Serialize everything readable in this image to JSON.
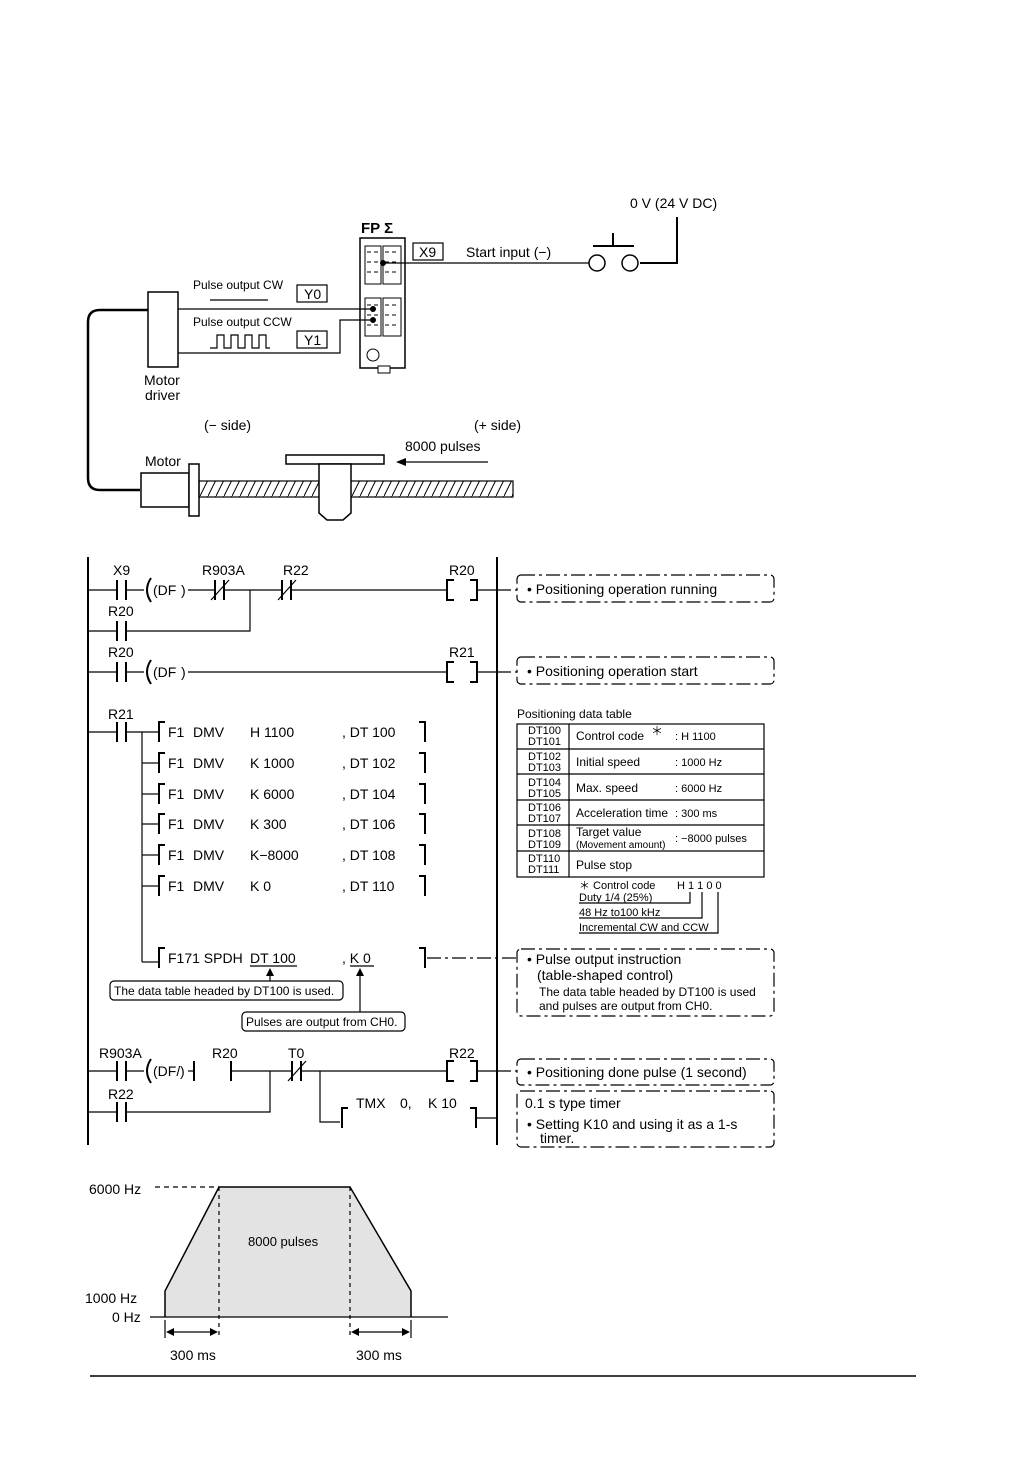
{
  "wiring": {
    "plc_label": "FP Σ",
    "supply_label": "0 V (24 V DC)",
    "x9": "X9",
    "start_input": "Start input (−)",
    "pulse_cw": "Pulse output CW",
    "y0": "Y0",
    "pulse_ccw": "Pulse output CCW",
    "y1": "Y1",
    "motor_driver_1": "Motor",
    "motor_driver_2": "driver",
    "minus_side": "(− side)",
    "plus_side": "(+ side)",
    "pulses": "8000 pulses",
    "motor": "Motor"
  },
  "ladder": {
    "rung1": {
      "x9": "X9",
      "df": "(DF",
      "df_close": ")",
      "r903a": "R903A",
      "r22": "R22",
      "r20_coil": "R20",
      "r20_branch": "R20",
      "comment": "• Positioning operation running"
    },
    "rung2": {
      "r20": "R20",
      "df": "(DF",
      "df_close": ")",
      "r21_coil": "R21",
      "comment": "• Positioning operation start"
    },
    "rung3": {
      "r21": "R21",
      "rows": [
        {
          "fn": "F1",
          "op": "DMV",
          "src": "H 1100",
          "dst": ", DT 100"
        },
        {
          "fn": "F1",
          "op": "DMV",
          "src": "K 1000",
          "dst": ", DT 102"
        },
        {
          "fn": "F1",
          "op": "DMV",
          "src": "K 6000",
          "dst": ", DT 104"
        },
        {
          "fn": "F1",
          "op": "DMV",
          "src": "K 300",
          "dst": ", DT 106"
        },
        {
          "fn": "F1",
          "op": "DMV",
          "src": "K−8000",
          "dst": ", DT 108"
        },
        {
          "fn": "F1",
          "op": "DMV",
          "src": "K 0",
          "dst": ", DT 110"
        }
      ],
      "f171": "F171 SPDH",
      "dt100": "DT 100",
      "k0": ", K 0",
      "note1": "The data table headed by DT100 is used.",
      "note2": "Pulses are output from CH0.",
      "comment_1": "• Pulse output instruction",
      "comment_2": "(table-shaped control)",
      "comment_3": "The data table headed by DT100 is used",
      "comment_4": "and pulses are output from CH0."
    },
    "rung4": {
      "r903a": "R903A",
      "df": "(DF/",
      "df_close": ")",
      "r20": "R20",
      "t0": "T0",
      "r22_coil": "R22",
      "r22_branch": "R22",
      "tmx": "TMX",
      "tmx_0": "0,",
      "tmx_k": "K 10",
      "comment": "• Positioning done pulse (1 second)",
      "timer_1": "0.1 s type timer",
      "timer_2": "• Setting K10 and using it as a 1-s",
      "timer_3": "timer."
    }
  },
  "table": {
    "title": "Positioning data table",
    "rows": [
      {
        "reg1": "DT100",
        "reg2": "DT101",
        "name": "Control code",
        "star": "＊",
        "value": ": H 1100",
        "name2": ""
      },
      {
        "reg1": "DT102",
        "reg2": "DT103",
        "name": "Initial speed",
        "star": "",
        "value": ": 1000 Hz",
        "name2": ""
      },
      {
        "reg1": "DT104",
        "reg2": "DT105",
        "name": "Max. speed",
        "star": "",
        "value": ": 6000 Hz",
        "name2": ""
      },
      {
        "reg1": "DT106",
        "reg2": "DT107",
        "name": "Acceleration time",
        "star": "",
        "value": ": 300 ms",
        "name2": ""
      },
      {
        "reg1": "DT108",
        "reg2": "DT109",
        "name": "Target value",
        "star": "",
        "value": ": −8000 pulses",
        "name2": "(Movement amount)"
      },
      {
        "reg1": "DT110",
        "reg2": "DT111",
        "name": "Pulse stop",
        "star": "",
        "value": "",
        "name2": ""
      }
    ],
    "cc_label": "＊ Control code",
    "cc_value": "H 1 1 0 0",
    "cc_1": "Duty 1/4 (25%)",
    "cc_2": "48 Hz to100 kHz",
    "cc_3": "Incremental CW and CCW"
  },
  "profile": {
    "f_max": "6000 Hz",
    "f_init": "1000 Hz",
    "f_zero": "0 Hz",
    "pulses": "8000 pulses",
    "t_acc": "300 ms",
    "t_dec": "300 ms"
  }
}
